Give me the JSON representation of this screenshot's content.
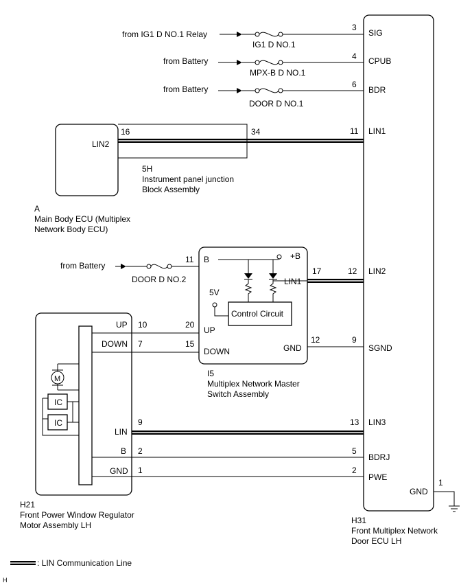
{
  "door_ecu": {
    "code": "H31",
    "name_line1": "Front Multiplex Network",
    "name_line2": "Door ECU LH",
    "pins": {
      "sig": "SIG",
      "cpub": "CPUB",
      "bdr": "BDR",
      "lin1": "LIN1",
      "lin2": "LIN2",
      "sgnd": "SGND",
      "lin3": "LIN3",
      "bdrj": "BDRJ",
      "pwe": "PWE",
      "gnd": "GND"
    },
    "pin_numbers": {
      "sig": "3",
      "cpub": "4",
      "bdr": "6",
      "lin1": "11",
      "lin2": "12",
      "sgnd": "9",
      "lin3": "13",
      "bdrj": "5",
      "pwe": "2",
      "gnd": "1"
    }
  },
  "inputs": {
    "ig1_source": "from IG1 D NO.1 Relay",
    "ig1_fuse": "IG1 D NO.1",
    "battery_source_1": "from Battery",
    "mpx_fuse": "MPX-B D NO.1",
    "battery_source_2": "from Battery",
    "door_fuse": "DOOR D NO.1",
    "battery_source_3": "from Battery",
    "door_fuse_2": "DOOR D NO.2"
  },
  "main_body_ecu": {
    "code": "A",
    "name_line1": "Main Body ECU (Multiplex",
    "name_line2": "Network Body ECU)",
    "pin_label": "LIN2",
    "pin_number": "16"
  },
  "junction_block": {
    "code": "5H",
    "name_line1": "Instrument panel junction",
    "name_line2": "Block Assembly",
    "pin_number": "34"
  },
  "master_switch": {
    "code": "I5",
    "name_line1": "Multiplex Network Master",
    "name_line2": "Switch Assembly",
    "control_circuit": "Control Circuit",
    "voltage": "5V",
    "plus_b": "+B",
    "pins": {
      "b": "B",
      "lin1": "LIN1",
      "up": "UP",
      "down": "DOWN",
      "gnd": "GND"
    },
    "pin_numbers": {
      "b": "11",
      "lin1": "17",
      "up": "20",
      "down": "15",
      "gnd": "12"
    }
  },
  "window_motor": {
    "code": "H21",
    "name_line1": "Front Power Window Regulator",
    "name_line2": "Motor Assembly LH",
    "motor_symbol": "M",
    "ic_1": "IC",
    "ic_2": "IC",
    "pins": {
      "up": "UP",
      "down": "DOWN",
      "lin": "LIN",
      "b": "B",
      "gnd": "GND"
    },
    "pin_numbers": {
      "up": "10",
      "down": "7",
      "lin": "9",
      "b": "2",
      "gnd": "1"
    }
  },
  "legend": {
    "lin_line": ": LIN Communication Line"
  },
  "footer_mark": "H"
}
